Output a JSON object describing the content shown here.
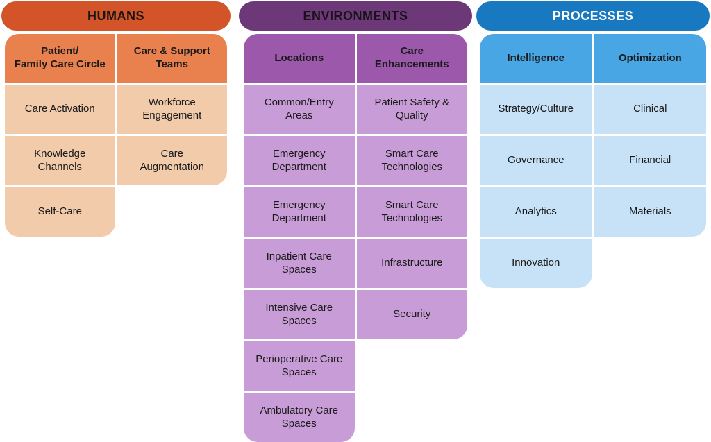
{
  "palette": {
    "humans": {
      "header_bg": "#d4542a",
      "header_text": "#181411",
      "subheader_bg": "#e8814e",
      "cell_bg": "#f2cbab"
    },
    "environments": {
      "header_bg": "#6d3878",
      "header_text": "#18121a",
      "subheader_bg": "#9c59ab",
      "cell_bg": "#c89cd6"
    },
    "processes": {
      "header_bg": "#1879c0",
      "header_text": "#ffffff",
      "subheader_bg": "#47a6e3",
      "cell_bg": "#c7e2f7"
    },
    "cell_text": "#1a1a1a",
    "background": "#ffffff"
  },
  "columns": [
    {
      "title": "HUMANS",
      "subcolumns": [
        {
          "header": "Patient/\nFamily Care Circle",
          "cells": [
            "Care Activation",
            "Knowledge\nChannels",
            "Self-Care"
          ]
        },
        {
          "header": "Care & Support\nTeams",
          "cells": [
            "Workforce\nEngagement",
            "Care\nAugmentation"
          ]
        }
      ]
    },
    {
      "title": "ENVIRONMENTS",
      "subcolumns": [
        {
          "header": "Locations",
          "cells": [
            "Common/Entry\nAreas",
            "Emergency\nDepartment",
            "Emergency\nDepartment",
            "Inpatient Care\nSpaces",
            "Intensive Care\nSpaces",
            "Perioperative Care\nSpaces",
            "Ambulatory Care\nSpaces"
          ]
        },
        {
          "header": "Care\nEnhancements",
          "cells": [
            "Patient Safety &\nQuality",
            "Smart Care\nTechnologies",
            "Smart Care\nTechnologies",
            "Infrastructure",
            "Security"
          ]
        }
      ]
    },
    {
      "title": "PROCESSES",
      "subcolumns": [
        {
          "header": "Intelligence",
          "cells": [
            "Strategy/Culture",
            "Governance",
            "Analytics",
            "Innovation"
          ]
        },
        {
          "header": "Optimization",
          "cells": [
            "Clinical",
            "Financial",
            "Materials"
          ]
        }
      ]
    }
  ]
}
